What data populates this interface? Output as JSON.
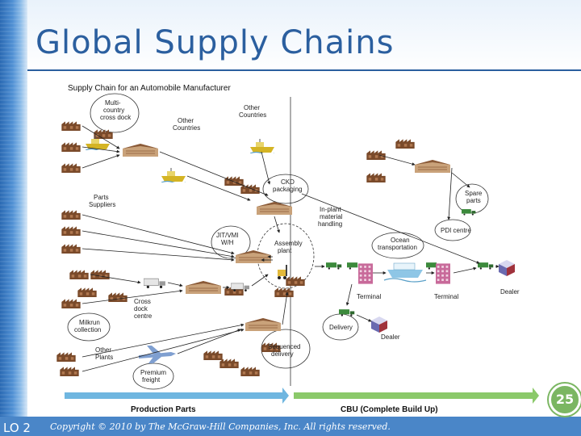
{
  "slide": {
    "title": "Global Supply Chains",
    "lo_label": "LO 2",
    "copyright": "Copyright © 2010 by The McGraw-Hill Companies, Inc. All rights reserved.",
    "page_number": "25"
  },
  "figure": {
    "heading": "Supply Chain for an Automobile Manufacturer",
    "labels": {
      "multi_country_cross_dock": [
        "Multi-",
        "country",
        "cross dock"
      ],
      "other_countries_left": [
        "Other",
        "Countries"
      ],
      "other_countries_right": [
        "Other",
        "Countries"
      ],
      "ckd_packaging": [
        "CKD",
        "packaging"
      ],
      "parts_suppliers": [
        "Parts",
        "Suppliers"
      ],
      "in_plant_handling": [
        "In-plant",
        "material",
        "handling"
      ],
      "jit_vmi_wh": [
        "JIT/VMI",
        "W/H"
      ],
      "assembly_plant": [
        "Assembly",
        "plant"
      ],
      "spare_parts": [
        "Spare",
        "parts"
      ],
      "pdi_centre": "PDI centre",
      "ocean_transportation": [
        "Ocean",
        "transportation"
      ],
      "terminal_left": "Terminal",
      "terminal_right": "Terminal",
      "dealer_right": "Dealer",
      "dealer_bottom": "Dealer",
      "delivery": "Delivery",
      "cross_dock_centre": [
        "Cross",
        "dock",
        "centre"
      ],
      "milkrun_collection": [
        "Milkrun",
        "collection"
      ],
      "other_plants": [
        "Other",
        "Plants"
      ],
      "premium_freight": [
        "Premium",
        "freight"
      ],
      "sequenced_delivery": [
        "Sequenced",
        "delivery"
      ]
    },
    "bottom_left_label": "Production Parts",
    "bottom_right_label": "CBU (Complete Build Up)"
  },
  "colors": {
    "title": "#2b5f9f",
    "factory": "#7a4a2a",
    "ship": "#e2c93a",
    "truck": "#3c8a3c",
    "building": "#c86a9a",
    "arrow_band_left": "#6fb6e0",
    "arrow_band_right": "#8bc96a",
    "footer": "#4a86c8",
    "badge": "#7bb662"
  },
  "icons": [
    "factory-icon",
    "warehouse-icon",
    "ship-icon",
    "truck-icon",
    "plane-icon",
    "forklift-icon",
    "terminal-building-icon",
    "dealer-icon"
  ]
}
